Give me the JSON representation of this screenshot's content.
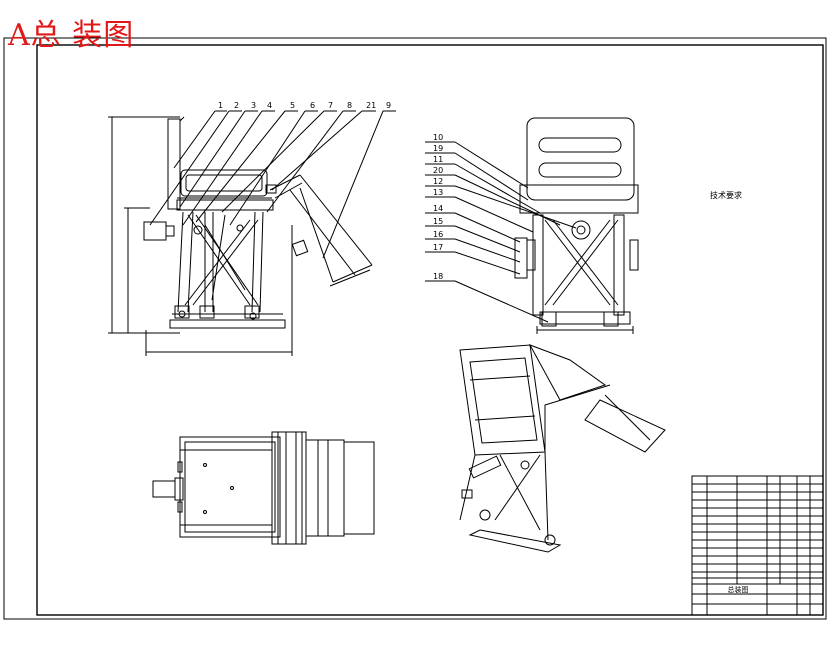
{
  "header": {
    "title": "A总 装图"
  },
  "views": {
    "side": {
      "callouts": [
        "1",
        "2",
        "3",
        "4",
        "5",
        "6",
        "7",
        "8",
        "21",
        "9"
      ]
    },
    "front": {
      "callouts": [
        "10",
        "19",
        "11",
        "20",
        "12",
        "13",
        "14",
        "15",
        "16",
        "17",
        "18"
      ]
    }
  },
  "tech_requirements": {
    "title": "技术要求"
  },
  "title_block": {
    "drawing_name": "总装图"
  },
  "colors": {
    "title": "#e01818",
    "line": "#000000",
    "paper": "#ffffff"
  }
}
